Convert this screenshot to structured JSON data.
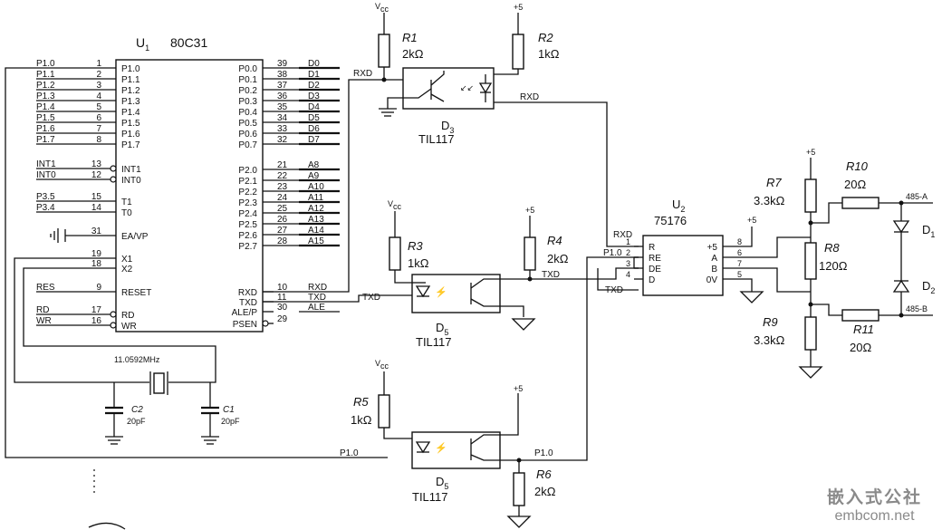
{
  "u1": {
    "ref": "U",
    "ref_sub": "1",
    "part": "80C31",
    "left_pins": [
      {
        "num": "1",
        "label": "P1.0",
        "net": "P1.0"
      },
      {
        "num": "2",
        "label": "P1.1",
        "net": "P1.1"
      },
      {
        "num": "3",
        "label": "P1.2",
        "net": "P1.2"
      },
      {
        "num": "4",
        "label": "P1.3",
        "net": "P1.3"
      },
      {
        "num": "5",
        "label": "P1.4",
        "net": "P1.4"
      },
      {
        "num": "6",
        "label": "P1.5",
        "net": "P1.5"
      },
      {
        "num": "7",
        "label": "P1.6",
        "net": "P1.6"
      },
      {
        "num": "8",
        "label": "P1.7",
        "net": "P1.7"
      },
      {
        "num": "13",
        "label": "INT1",
        "net": "INT1"
      },
      {
        "num": "12",
        "label": "INT0",
        "net": "INT0"
      },
      {
        "num": "15",
        "label": "T1",
        "net": "P3.5"
      },
      {
        "num": "14",
        "label": "T0",
        "net": "P3.4"
      },
      {
        "num": "31",
        "label": "EA/VP",
        "net": ""
      },
      {
        "num": "19",
        "label": "X1",
        "net": ""
      },
      {
        "num": "18",
        "label": "X2",
        "net": ""
      },
      {
        "num": "9",
        "label": "RESET",
        "net": "RES"
      },
      {
        "num": "17",
        "label": "RD",
        "net": "RD"
      },
      {
        "num": "16",
        "label": "WR",
        "net": "WR"
      }
    ],
    "right_pins": [
      {
        "num": "39",
        "label": "P0.0",
        "net": "D0"
      },
      {
        "num": "38",
        "label": "P0.1",
        "net": "D1"
      },
      {
        "num": "37",
        "label": "P0.2",
        "net": "D2"
      },
      {
        "num": "36",
        "label": "P0.3",
        "net": "D3"
      },
      {
        "num": "35",
        "label": "P0.4",
        "net": "D4"
      },
      {
        "num": "34",
        "label": "P0.5",
        "net": "D5"
      },
      {
        "num": "33",
        "label": "P0.6",
        "net": "D6"
      },
      {
        "num": "32",
        "label": "P0.7",
        "net": "D7"
      },
      {
        "num": "21",
        "label": "P2.0",
        "net": "A8"
      },
      {
        "num": "22",
        "label": "P2.1",
        "net": "A9"
      },
      {
        "num": "23",
        "label": "P2.2",
        "net": "A10"
      },
      {
        "num": "24",
        "label": "P2.3",
        "net": "A11"
      },
      {
        "num": "25",
        "label": "P2.4",
        "net": "A12"
      },
      {
        "num": "26",
        "label": "P2.5",
        "net": "A13"
      },
      {
        "num": "27",
        "label": "P2.6",
        "net": "A14"
      },
      {
        "num": "28",
        "label": "P2.7",
        "net": "A15"
      },
      {
        "num": "10",
        "label": "RXD",
        "net": "RXD"
      },
      {
        "num": "11",
        "label": "TXD",
        "net": "TXD"
      },
      {
        "num": "30",
        "label": "ALE/P",
        "net": "ALE"
      },
      {
        "num": "29",
        "label": "PSEN",
        "net": ""
      }
    ]
  },
  "crystal": {
    "freq": "11.0592MHz"
  },
  "caps": [
    {
      "ref": "C2",
      "value": "20pF"
    },
    {
      "ref": "C1",
      "value": "20pF"
    }
  ],
  "resistors": [
    {
      "ref": "R1",
      "value": "2kΩ"
    },
    {
      "ref": "R2",
      "value": "1kΩ"
    },
    {
      "ref": "R3",
      "value": "1kΩ"
    },
    {
      "ref": "R4",
      "value": "2kΩ"
    },
    {
      "ref": "R5",
      "value": "1kΩ"
    },
    {
      "ref": "R6",
      "value": "2kΩ"
    },
    {
      "ref": "R7",
      "value": "3.3kΩ"
    },
    {
      "ref": "R8",
      "value": "120Ω"
    },
    {
      "ref": "R9",
      "value": "3.3kΩ"
    },
    {
      "ref": "R10",
      "value": "20Ω"
    },
    {
      "ref": "R11",
      "value": "20Ω"
    }
  ],
  "optos": [
    {
      "ref": "D",
      "ref_sub": "3",
      "part": "TIL117"
    },
    {
      "ref": "D",
      "ref_sub": "5",
      "part": "TIL117"
    },
    {
      "ref": "D",
      "ref_sub": "5",
      "part": "TIL117"
    }
  ],
  "u2": {
    "ref": "U",
    "ref_sub": "2",
    "part": "75176",
    "left_pins": [
      {
        "num": "1",
        "label": "R"
      },
      {
        "num": "2",
        "label": "RE"
      },
      {
        "num": "3",
        "label": "DE"
      },
      {
        "num": "4",
        "label": "D"
      }
    ],
    "right_pins": [
      {
        "num": "8",
        "label": "+5"
      },
      {
        "num": "6",
        "label": "A"
      },
      {
        "num": "7",
        "label": "B"
      },
      {
        "num": "5",
        "label": "0V"
      }
    ]
  },
  "diodes": [
    {
      "ref": "D",
      "ref_sub": "1"
    },
    {
      "ref": "D",
      "ref_sub": "2"
    }
  ],
  "supply": {
    "vcc": "V",
    "vcc_sub": "cc",
    "plus5": "+5"
  },
  "nets": {
    "rxd": "RXD",
    "txd": "TXD",
    "p10": "P1.0"
  },
  "bus": {
    "a": "485-A",
    "b": "485-B"
  },
  "watermark": {
    "cn": "嵌入式公社",
    "en": "embcom.net"
  }
}
